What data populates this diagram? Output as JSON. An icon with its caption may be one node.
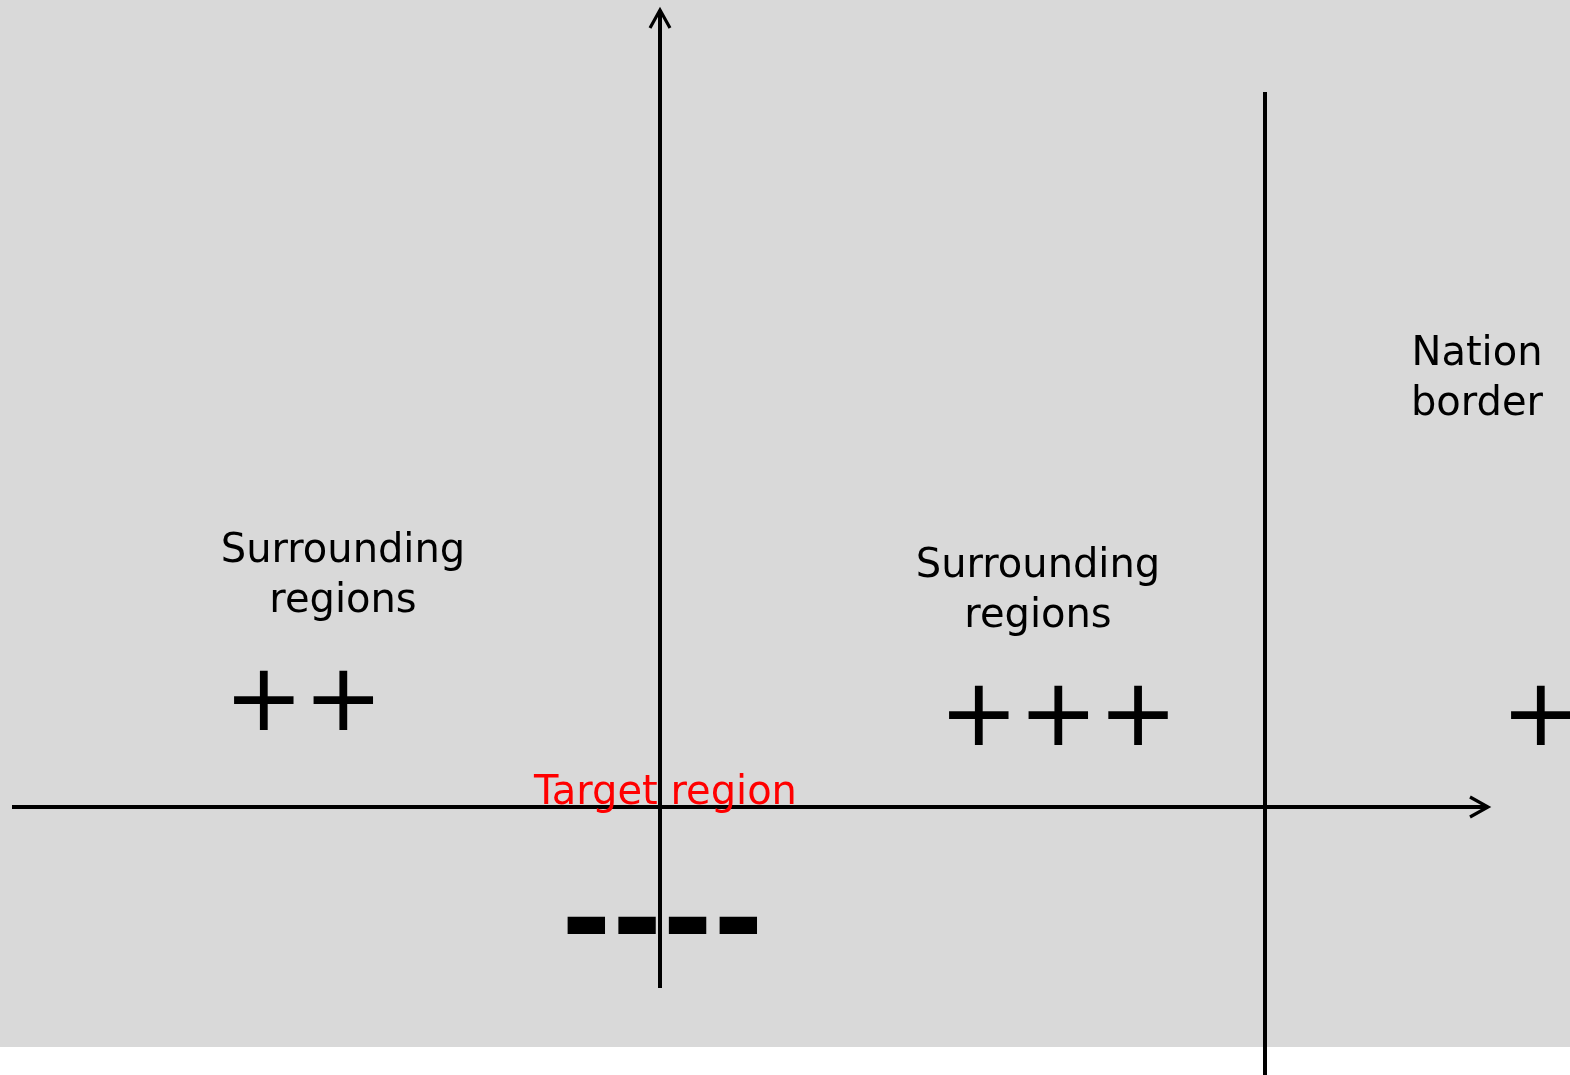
{
  "diagram": {
    "labels": [
      "Nation border",
      "Surrounding regions",
      "++",
      "Surrounding regions",
      "+++",
      "+",
      "Target region",
      "----"
    ]
  }
}
